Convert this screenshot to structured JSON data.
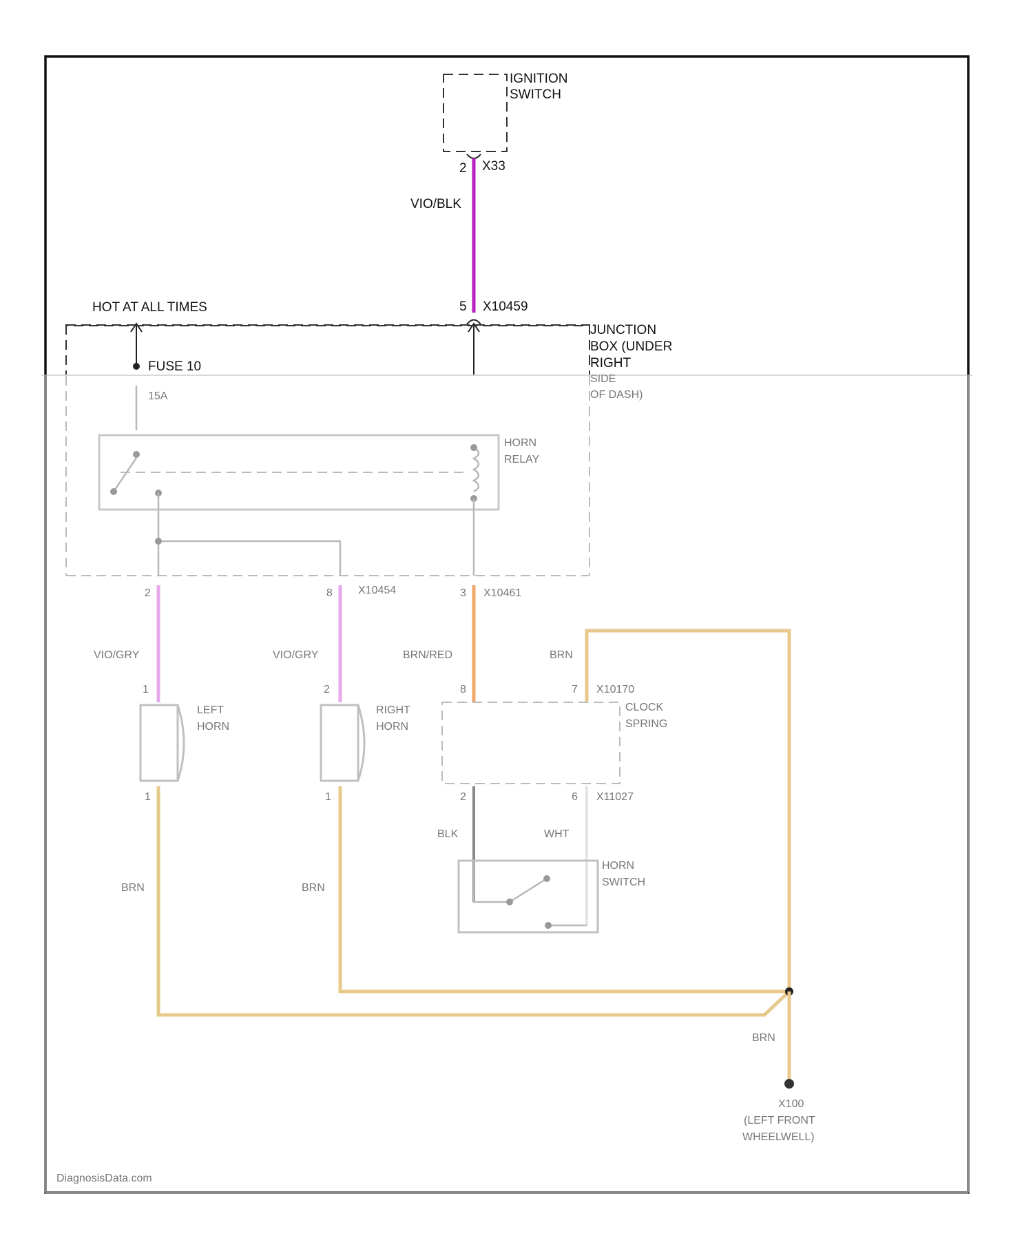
{
  "colors": {
    "vio_blk": "#b81fc0",
    "vio_gry": "#e7a8ec",
    "brn_red": "#f0a96a",
    "brn": "#e8c98c",
    "wht": "#e4e4e4",
    "blk": "#888888"
  },
  "ignition": {
    "label_line1": "IGNITION",
    "label_line2": "SWITCH",
    "pin": "2",
    "connector": "X33"
  },
  "wire_top": {
    "color_code": "VIO/BLK",
    "pin": "5",
    "connector": "X10459"
  },
  "hot_label": "HOT AT ALL TIMES",
  "fuse": {
    "label": "FUSE 10",
    "rating": "15A"
  },
  "junction_box": {
    "line1": "JUNCTION",
    "line2": "BOX (UNDER",
    "line3": "RIGHT",
    "line4": "SIDE",
    "line5": "OF DASH)"
  },
  "horn_relay": {
    "line1": "HORN",
    "line2": "RELAY"
  },
  "lower_pins": {
    "p_left": "2",
    "p_mid": "8",
    "conn_mid": "X10454",
    "p_right": "3",
    "conn_right": "X10461"
  },
  "wires": {
    "left_color": "VIO/GRY",
    "mid_color": "VIO/GRY",
    "right_color": "BRN/RED",
    "brn": "BRN",
    "blk": "BLK",
    "wht": "WHT"
  },
  "left_horn": {
    "line1": "LEFT",
    "line2": "HORN",
    "pin_top": "1",
    "pin_bot": "1"
  },
  "right_horn": {
    "line1": "RIGHT",
    "line2": "HORN",
    "pin_top": "2",
    "pin_bot": "1"
  },
  "clock_spring": {
    "line1": "CLOCK",
    "line2": "SPRING",
    "pin_tl": "8",
    "pin_tr": "7",
    "conn_top": "X10170",
    "pin_bl": "2",
    "pin_br": "6",
    "conn_bot": "X11027"
  },
  "horn_switch": {
    "line1": "HORN",
    "line2": "SWITCH"
  },
  "ground": {
    "name": "X100",
    "line2": "(LEFT FRONT",
    "line3": "WHEELWELL)"
  },
  "watermark": "DiagnosisData.com"
}
